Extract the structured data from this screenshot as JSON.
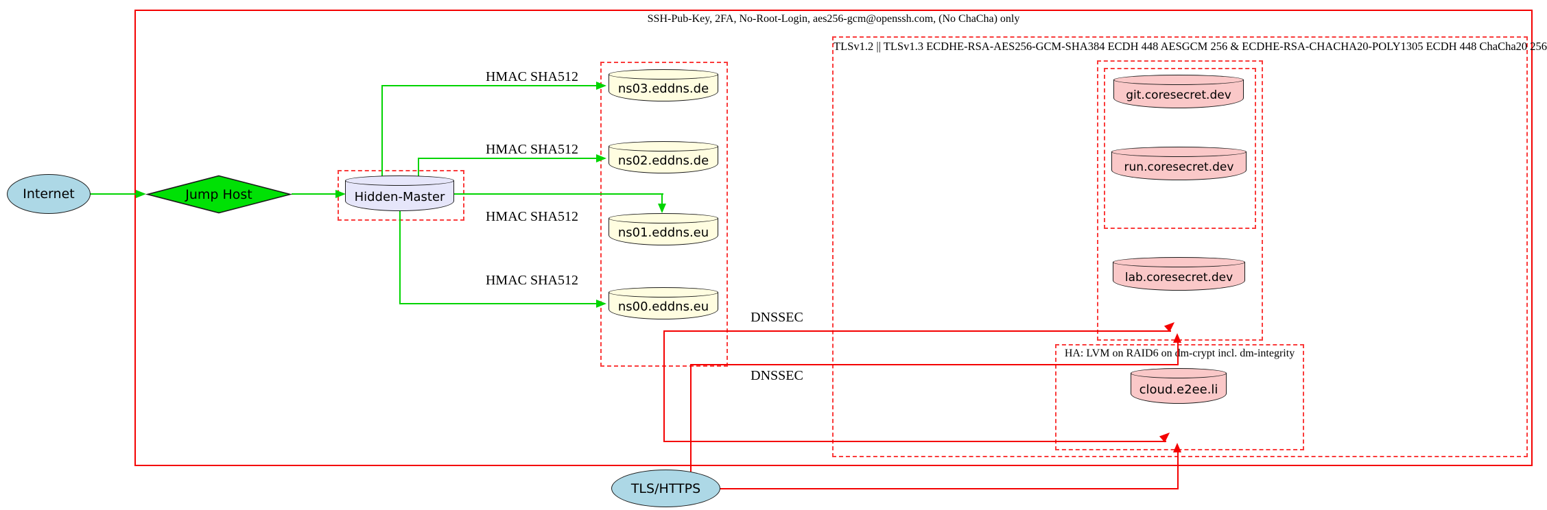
{
  "clusters": {
    "ssh_label": "SSH-Pub-Key, 2FA, No-Root-Login, aes256-gcm@openssh.com, (No ChaCha) only",
    "tls_label": "TLSv1.2 || TLSv1.3 ECDHE-RSA-AES256-GCM-SHA384 ECDH 448 AESGCM 256 & ECDHE-RSA-CHACHA20-POLY1305 ECDH 448 ChaCha20 256",
    "ha_label": "HA: LVM on RAID6 on dm-crypt incl. dm-integrity"
  },
  "nodes": {
    "internet": "Internet",
    "jump_host": "Jump Host",
    "hidden_master": "Hidden-Master",
    "ns03": "ns03.eddns.de",
    "ns02": "ns02.eddns.de",
    "ns01": "ns01.eddns.eu",
    "ns00": "ns00.eddns.eu",
    "git": "git.coresecret.dev",
    "run": "run.coresecret.dev",
    "lab": "lab.coresecret.dev",
    "cloud": "cloud.e2ee.li",
    "tls_https": "TLS/HTTPS"
  },
  "edge_labels": {
    "hmac_sha512": "HMAC SHA512",
    "dnssec": "DNSSEC"
  },
  "colors": {
    "cluster_red": "#f40000",
    "cluster_red_dashed": "#fa3a3a",
    "edge_green": "#00d400",
    "edge_red": "#f40000",
    "fill_lightblue": "#add8e6",
    "fill_green": "#00e105",
    "fill_lavender": "#e6e6fa",
    "fill_lightyellow": "#fffde0",
    "fill_pink": "#fac8c8",
    "node_border": "#1a1a1a"
  }
}
